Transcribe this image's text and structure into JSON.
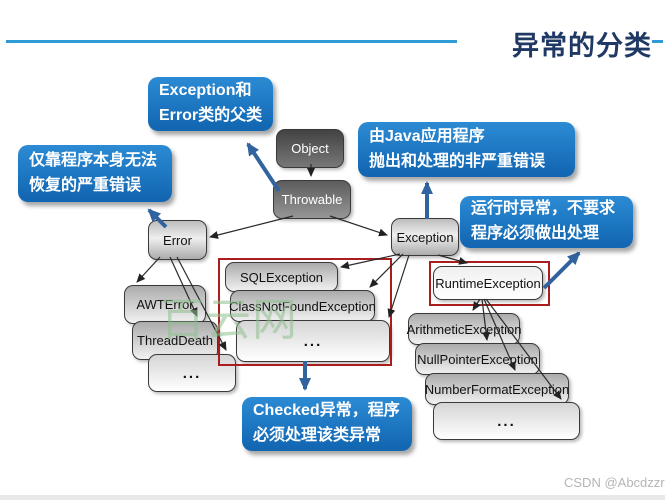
{
  "header": {
    "title": "异常的分类"
  },
  "callouts": {
    "parent_of_exception_and_error": {
      "line1": "Exception和",
      "line2": "Error类的父类"
    },
    "severe_error": {
      "line1": "仅靠程序本身无法",
      "line2": "恢复的严重错误"
    },
    "non_severe": {
      "line1": "由Java应用程序",
      "line2": "抛出和处理的非严重错误"
    },
    "runtime": {
      "line1": "运行时异常，不要求",
      "line2": "程序必须做出处理"
    },
    "checked": {
      "line1": "Checked异常，程序",
      "line2": "必须处理该类异常"
    }
  },
  "nodes": {
    "object": "Object",
    "throwable": "Throwable",
    "error": "Error",
    "exception": "Exception",
    "awt_error": "AWTError",
    "thread_death": "ThreadDeath",
    "error_more": "...",
    "sql_exception": "SQLException",
    "class_not_found": "ClassNotFoundException",
    "checked_more": "...",
    "runtime_exception": "RuntimeException",
    "arithmetic_exception": "ArithmeticException",
    "null_pointer_exception": "NullPointerException",
    "number_format_exception": "NumberFormatException",
    "runtime_more": "..."
  },
  "watermarks": {
    "center": "百云网",
    "credit": "CSDN @Abcdzzr"
  },
  "colors": {
    "accent_line": "#2e9ad8",
    "title": "#1f3864",
    "callout_blue": "#1a6fbd",
    "red_group": "#a91d1d",
    "arrow_blue": "#31639f"
  }
}
